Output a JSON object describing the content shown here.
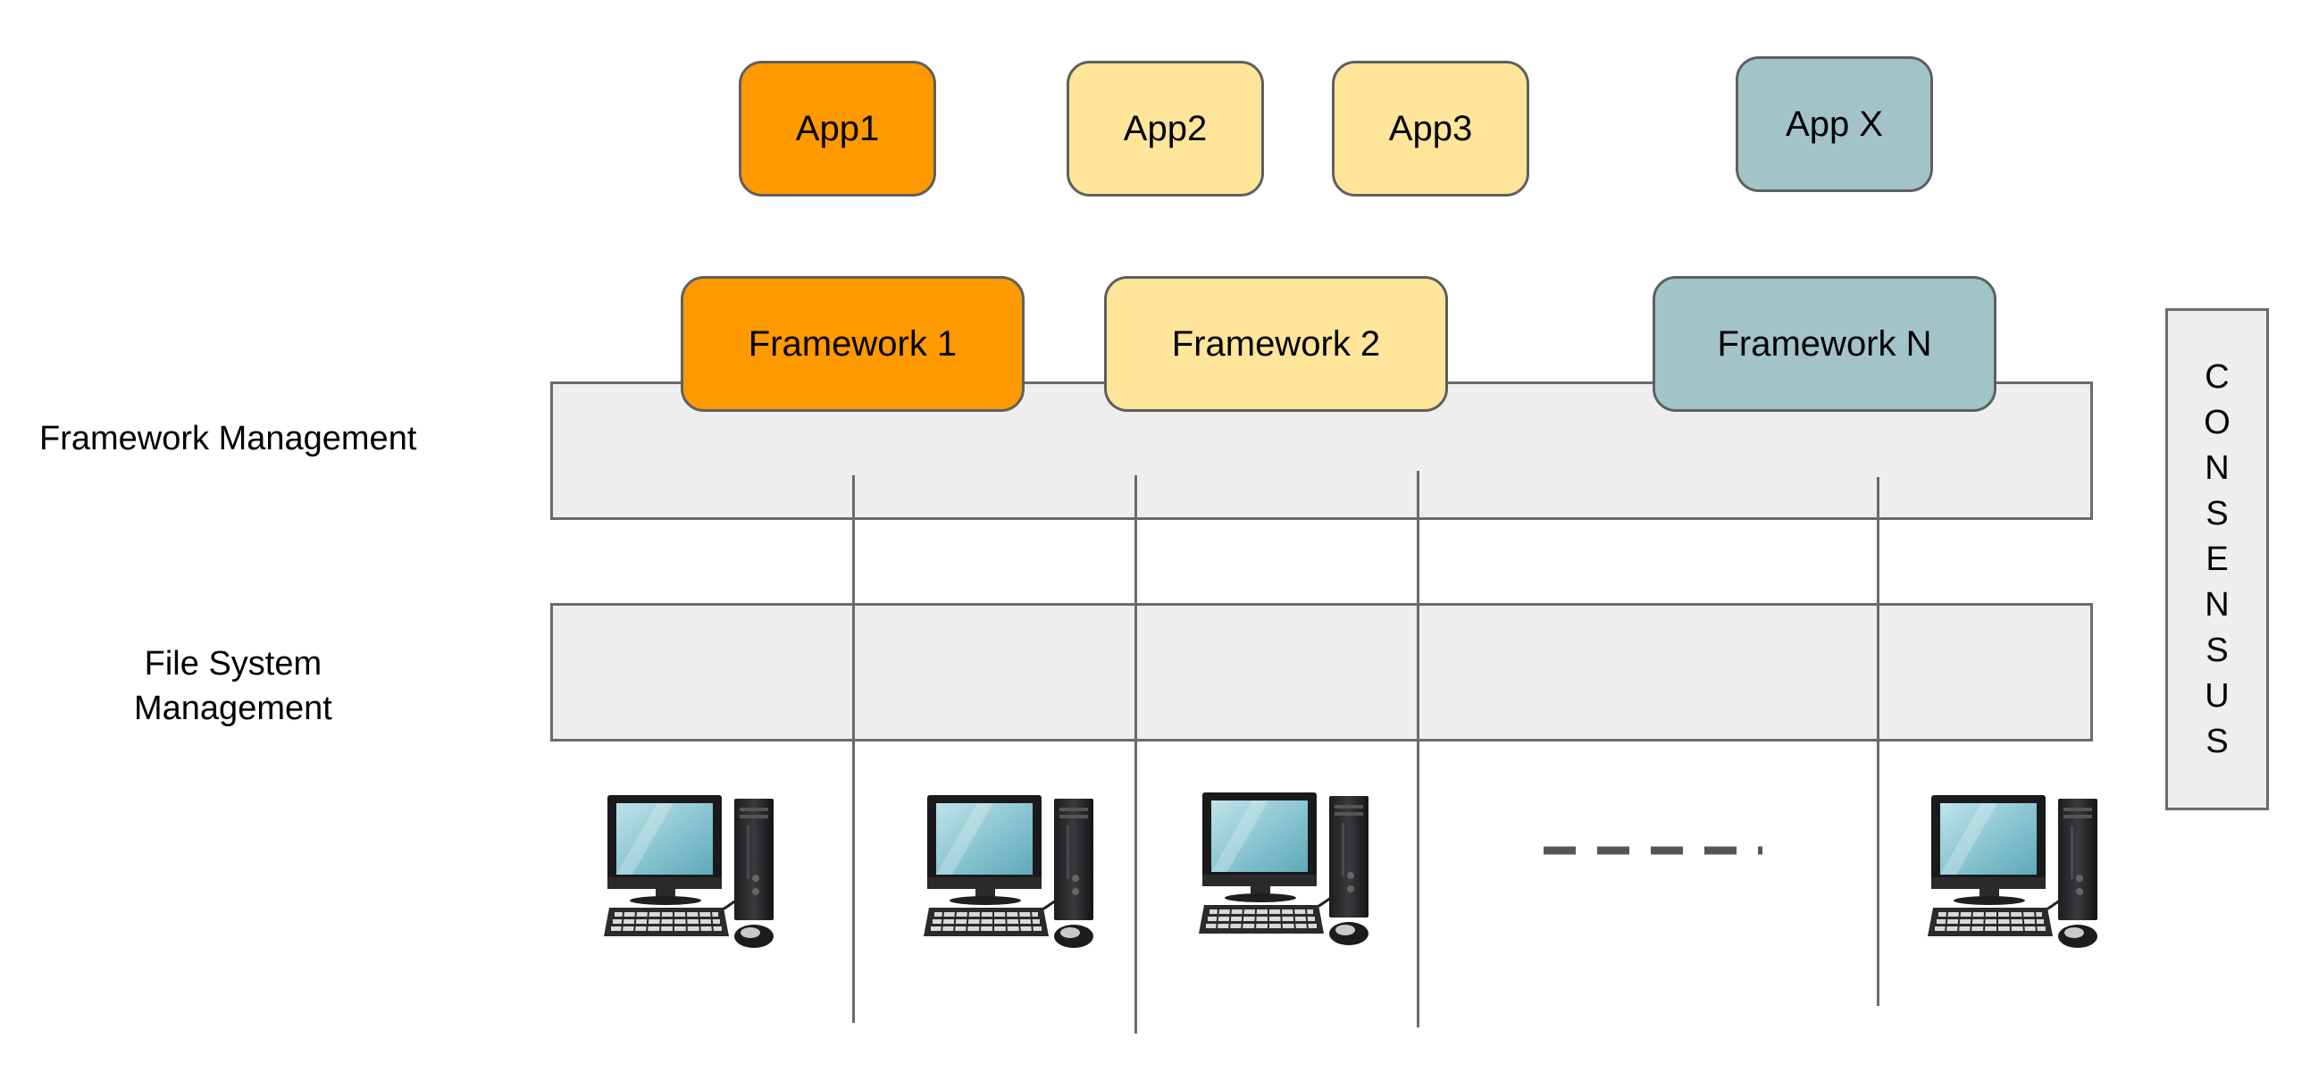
{
  "labels": {
    "framework_management": "Framework Management",
    "file_system_line1": "File System",
    "file_system_line2": "Management"
  },
  "apps": [
    {
      "label": "App1",
      "color": "#ff9900"
    },
    {
      "label": "App2",
      "color": "#ffe599"
    },
    {
      "label": "App3",
      "color": "#ffe599"
    },
    {
      "label": "App X",
      "color": "#a2c4c9"
    }
  ],
  "frameworks": [
    {
      "label": "Framework 1",
      "color": "#ff9900"
    },
    {
      "label": "Framework 2",
      "color": "#ffe599"
    },
    {
      "label": "Framework N",
      "color": "#a2c4c9"
    }
  ],
  "consensus": [
    "C",
    "O",
    "N",
    "S",
    "E",
    "N",
    "S",
    "U",
    "S"
  ],
  "nodes": [
    {
      "icon": "computer-icon"
    },
    {
      "icon": "computer-icon"
    },
    {
      "icon": "computer-icon"
    },
    {
      "icon": "ellipsis-dashes"
    },
    {
      "icon": "computer-icon"
    }
  ],
  "colors": {
    "orange": "#ff9900",
    "yellow": "#ffe599",
    "teal": "#a2c4c9",
    "layer_fill": "#eeeeee",
    "line": "#6b6b6b"
  }
}
